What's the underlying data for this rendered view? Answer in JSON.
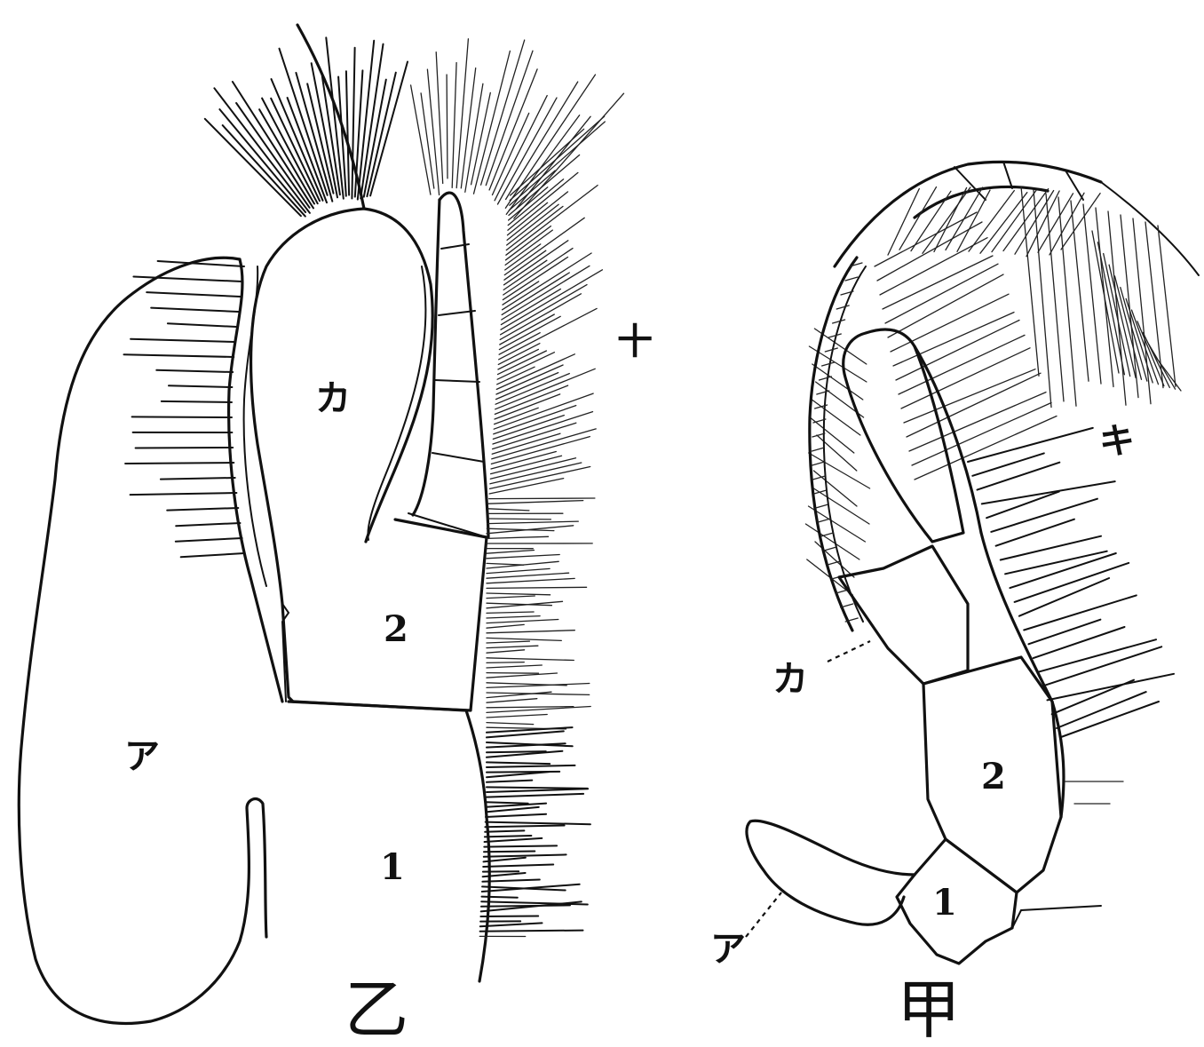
{
  "figure_b": {
    "caption": "乙",
    "labels": {
      "ka": "カ",
      "jyu": "十",
      "a": "ア",
      "seg2": "2",
      "seg1": "1"
    }
  },
  "figure_a": {
    "caption": "甲",
    "labels": {
      "ki": "キ",
      "ka": "カ",
      "a": "ア",
      "seg2": "2",
      "seg1": "1"
    }
  }
}
